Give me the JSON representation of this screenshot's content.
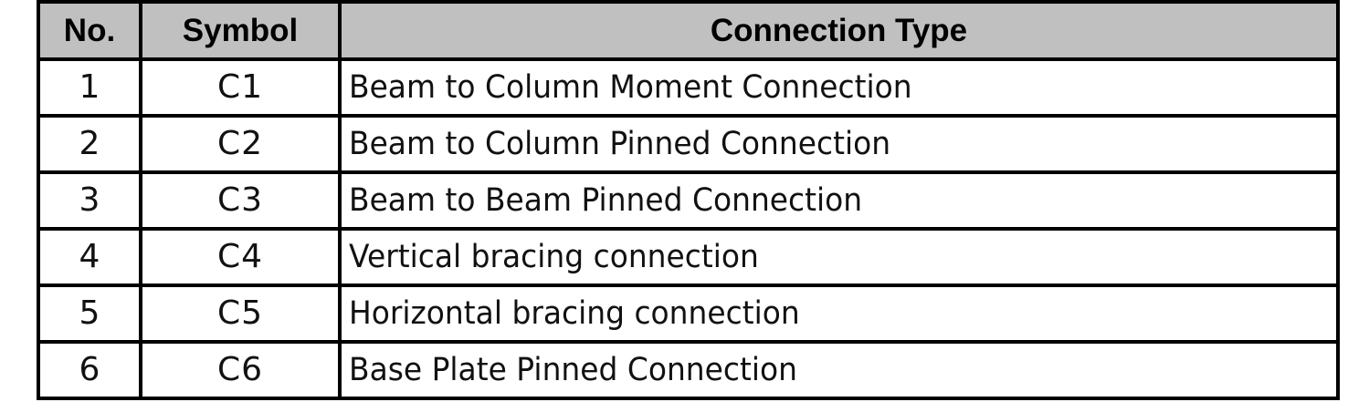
{
  "table": {
    "header": {
      "no": "No.",
      "symbol": "Symbol",
      "connection_type": "Connection Type"
    },
    "header_bg_color": "#C0C0C0",
    "border_color": "#000000",
    "body_bg_color": "#FFFFFF",
    "rows": [
      {
        "no": "1",
        "symbol": "C1",
        "connection_type": "Beam to Column Moment Connection"
      },
      {
        "no": "2",
        "symbol": "C2",
        "connection_type": "Beam to Column Pinned Connection"
      },
      {
        "no": "3",
        "symbol": "C3",
        "connection_type": "Beam to Beam Pinned Connection"
      },
      {
        "no": "4",
        "symbol": "C4",
        "connection_type": "Vertical bracing connection"
      },
      {
        "no": "5",
        "symbol": "C5",
        "connection_type": "Horizontal bracing connection"
      },
      {
        "no": "6",
        "symbol": "C6",
        "connection_type": "Base Plate Pinned Connection"
      }
    ]
  }
}
